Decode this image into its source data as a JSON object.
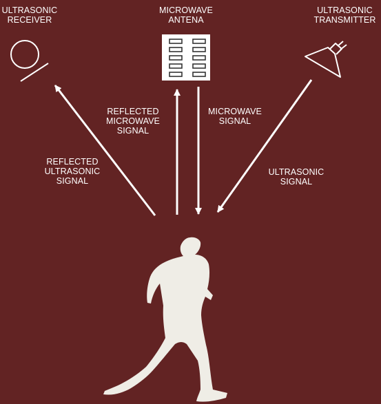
{
  "labels": {
    "ultrasonic_receiver": "ULTRASONIC\nRECEIVER",
    "microwave_antenna": "MICROWAVE\nANTENA",
    "ultrasonic_transmitter": "ULTRASONIC\nTRANSMITTER",
    "reflected_microwave_signal": "REFLECTED\nMICROWAVE\nSIGNAL",
    "microwave_signal": "MICROWAVE\nSIGNAL",
    "reflected_ultrasonic_signal": "REFLECTED\nULTRASONIC\nSIGNAL",
    "ultrasonic_signal": "ULTRASONIC\nSIGNAL"
  },
  "icons": {
    "receiver": "ultrasonic-receiver-icon",
    "antenna": "microwave-antenna-icon",
    "transmitter": "ultrasonic-transmitter-icon",
    "person": "walking-person-icon"
  },
  "colors": {
    "background": "#622323",
    "foreground": "#ffffff",
    "figure": "#efede6"
  }
}
